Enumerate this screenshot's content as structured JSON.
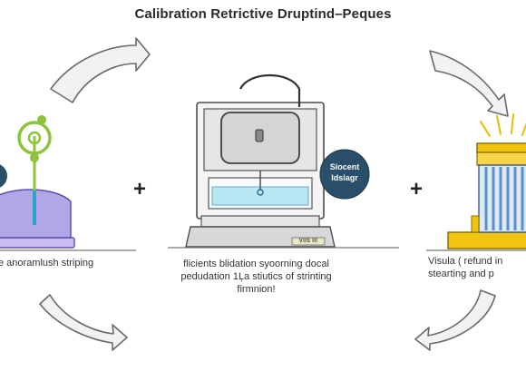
{
  "title": "Calibration Retrictive Druptind–Peques",
  "captions": {
    "left": [
      "e anoramlush striping"
    ],
    "center": [
      "flicients blidation syoorning docal",
      "pedudation 1Ļa stiutics of strinting",
      "firmnion!"
    ],
    "right": [
      "Visula ( refund in",
      "stearting and p"
    ]
  },
  "badge": {
    "lines": [
      "Siocent",
      "Idslagr"
    ]
  },
  "meter_label": "VIIS III",
  "plus_symbols": [
    "+",
    "+"
  ],
  "colors": {
    "arrow_fill": "#f2f2f2",
    "arrow_stroke": "#6a6a6a",
    "target_green": "#8cc43c",
    "base_purple": "#b3a6e6",
    "screen_blue": "#b9e6f3",
    "badge_navy": "#294f6a",
    "heater_yellow": "#f1c40f",
    "fin_blue": "#5b90c4"
  }
}
